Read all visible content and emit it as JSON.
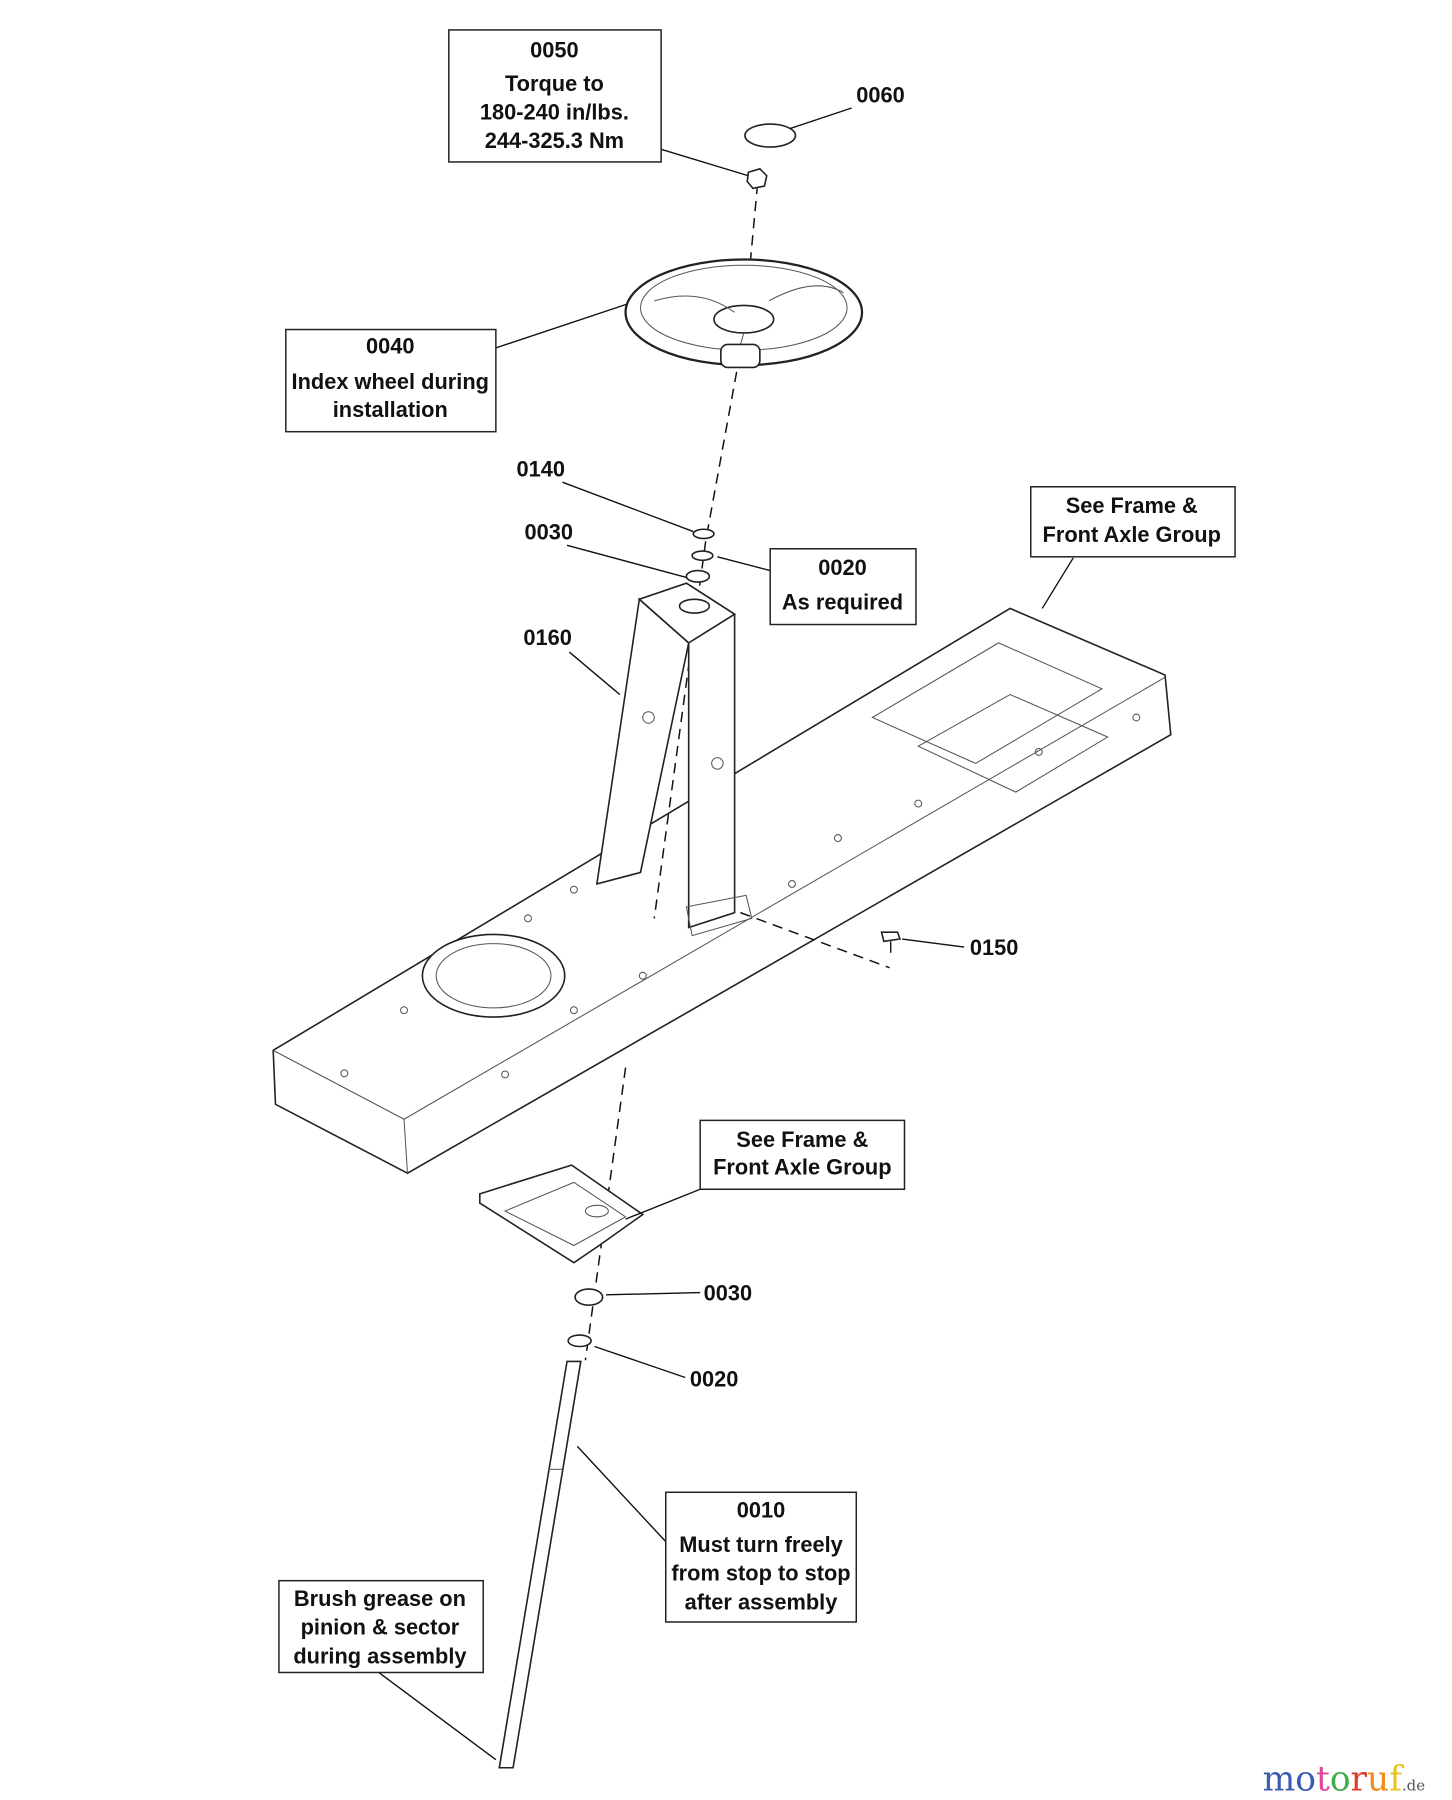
{
  "callouts": {
    "c0050": {
      "part": "0050",
      "lines": [
        "Torque to",
        "180-240 in/lbs.",
        "244-325.3 Nm"
      ]
    },
    "c0040": {
      "part": "0040",
      "lines": [
        "Index wheel during",
        "installation"
      ]
    },
    "c0020_top": {
      "part": "0020",
      "lines": [
        "As required"
      ]
    },
    "frame_top": {
      "lines": [
        "See Frame &",
        "Front Axle Group"
      ]
    },
    "frame_bottom": {
      "lines": [
        "See Frame &",
        "Front Axle Group"
      ]
    },
    "c0010": {
      "part": "0010",
      "lines": [
        "Must turn freely",
        "from stop to stop",
        "after assembly"
      ]
    },
    "grease": {
      "lines": [
        "Brush grease on",
        "pinion & sector",
        "during assembly"
      ]
    }
  },
  "labels": {
    "p0060": "0060",
    "p0140": "0140",
    "p0030_top": "0030",
    "p0160": "0160",
    "p0150": "0150",
    "p0030_bottom": "0030",
    "p0020_bottom": "0020"
  },
  "watermark": {
    "name": "motoruf",
    "suffix": ".de",
    "letters": [
      "m",
      "o",
      "t",
      "o",
      "r",
      "u",
      "f"
    ],
    "colors": [
      "#3b5bb0",
      "#3b5bb0",
      "#e0469a",
      "#3fae49",
      "#e03a2a",
      "#f08c1c",
      "#e8c21e"
    ]
  }
}
